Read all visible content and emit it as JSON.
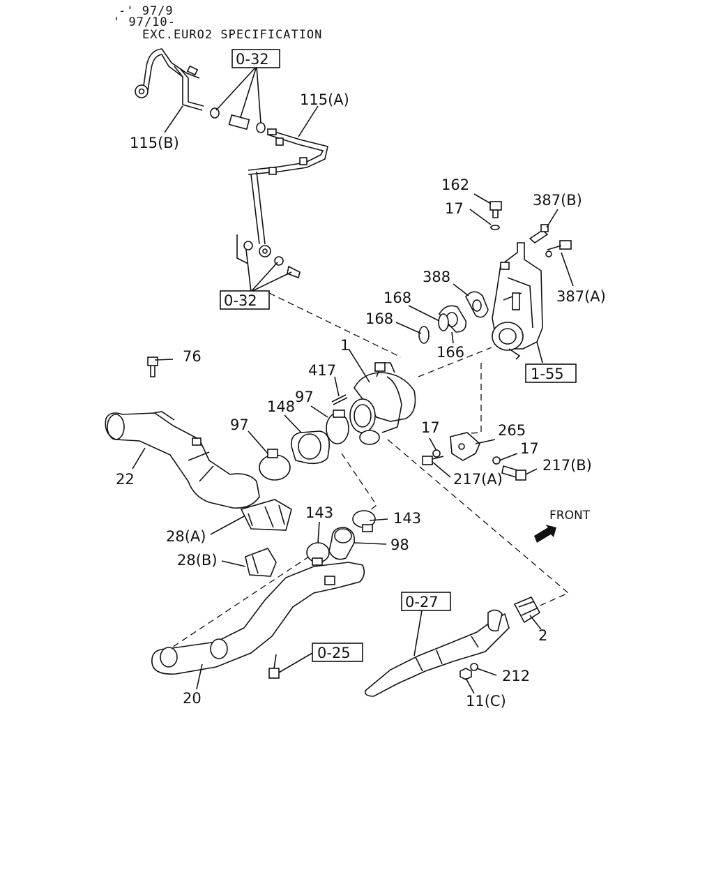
{
  "header": {
    "line1": "-' 97/9",
    "line2": "' 97/10-",
    "line3": "EXC.EURO2 SPECIFICATION"
  },
  "refs": {
    "r0_32_top": "0-32",
    "r0_32_bottom": "0-32",
    "r1_55": "1-55",
    "r0_27": "0-27",
    "r0_25": "0-25"
  },
  "labels": {
    "p115a": "115(A)",
    "p115b": "115(B)",
    "p162": "162",
    "p17_top": "17",
    "p387b": "387(B)",
    "p387a": "387(A)",
    "p388": "388",
    "p168a": "168",
    "p168b": "168",
    "p166": "166",
    "p1": "1",
    "p76": "76",
    "p417": "417",
    "p97a": "97",
    "p148": "148",
    "p97b": "97",
    "p17_mid": "17",
    "p265": "265",
    "p17_right": "17",
    "p217b": "217(B)",
    "p217a": "217(A)",
    "p22": "22",
    "p143a": "143",
    "p143b": "143",
    "p98": "98",
    "p28a": "28(A)",
    "p28b": "28(B)",
    "p2": "2",
    "p212": "212",
    "p11c": "11(C)",
    "p20": "20",
    "front": "FRONT"
  }
}
